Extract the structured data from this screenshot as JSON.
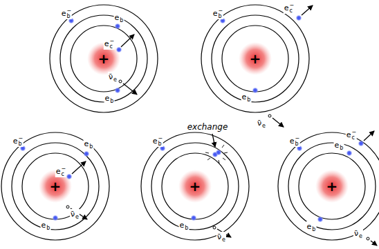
{
  "diagram": {
    "labels": [
      "+",
      "eb−",
      "eb",
      "ec−",
      "ν̄e",
      "eb",
      "+",
      "eb−",
      "ec−",
      "eb",
      "ν̄e",
      "+",
      "eb−",
      "eb",
      "ec−",
      "ν̄e",
      "eb",
      "+",
      "eb−",
      "exchange",
      "eb",
      "ν̄e",
      "+",
      "eb−",
      "ec−",
      "eb",
      "eb",
      "ν̄e"
    ]
  }
}
